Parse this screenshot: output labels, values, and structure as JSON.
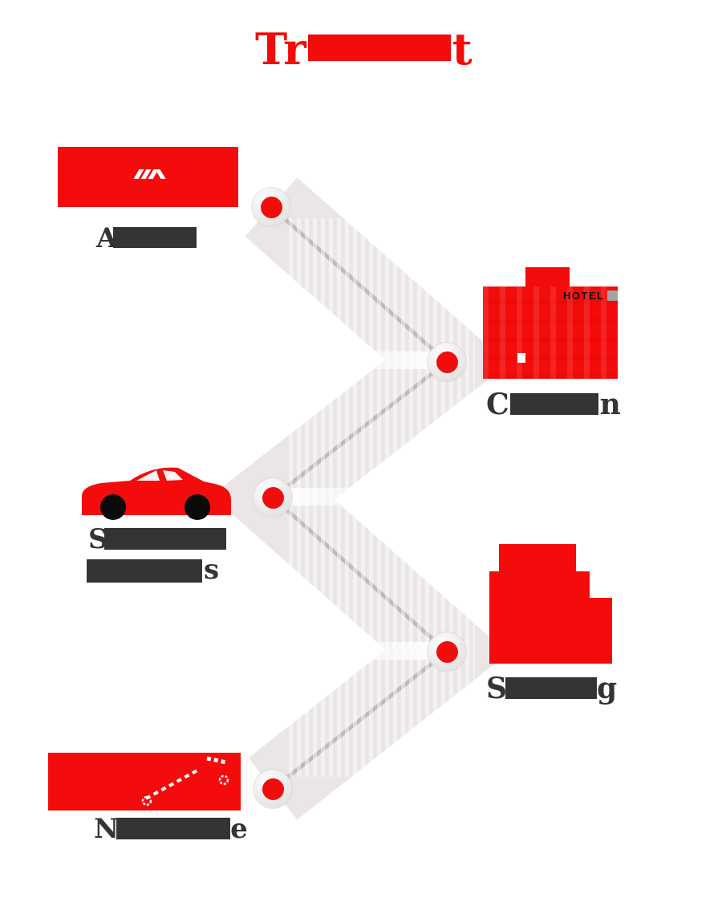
{
  "title": {
    "visible_prefix": "Tr",
    "visible_suffix": "t"
  },
  "items": [
    {
      "icon": "airport-runway-icon",
      "label": {
        "visible_start": "A",
        "visible_end": ""
      }
    },
    {
      "icon": "hotel-building-icon",
      "sign": "HOTEL",
      "label": {
        "visible_start": "C",
        "visible_end": "n"
      }
    },
    {
      "icon": "sports-car-icon",
      "label_line1": {
        "visible_start": "S",
        "visible_end": ""
      },
      "label_line2": {
        "visible_start": "",
        "visible_end": "s"
      }
    },
    {
      "icon": "shopping-bag-icon",
      "label": {
        "visible_start": "S",
        "visible_end": "g"
      }
    },
    {
      "icon": "road-route-icon",
      "label": {
        "visible_start": "N",
        "visible_end": "e"
      }
    }
  ],
  "colors": {
    "accent_red": "#f40b0b",
    "label_text": "#343434",
    "connector_line": "#c3b4b6",
    "ribbon": "#d8d1d1"
  }
}
